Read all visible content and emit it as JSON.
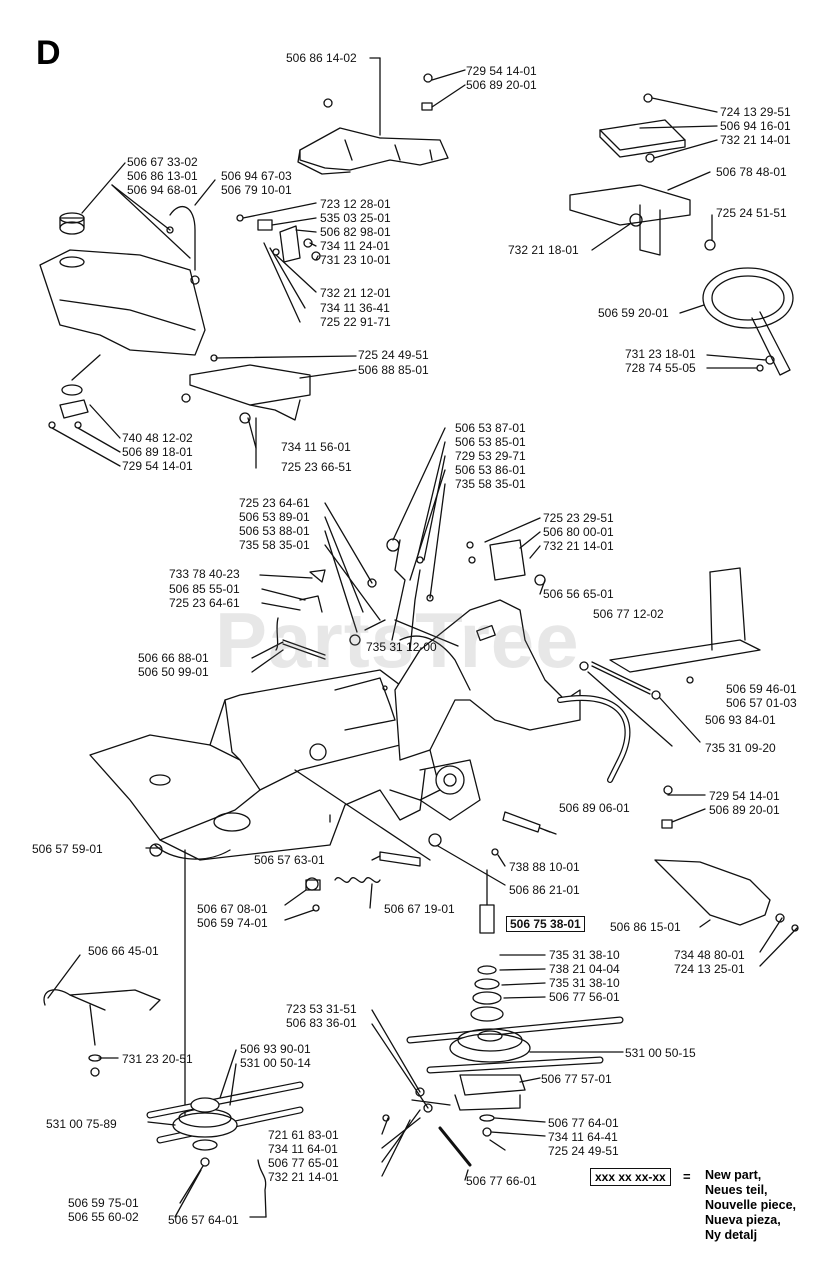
{
  "section": "D",
  "watermark": "PartsTree",
  "legend": {
    "code": "xxx xx xx-xx",
    "equals": "=",
    "lines": [
      "New part,",
      "Neues teil,",
      "Nouvelle piece,",
      "Nueva pieza,",
      "Ny detalj"
    ]
  },
  "parts": [
    "506 86 14-02",
    "729 54 14-01",
    "506 89 20-01",
    "724 13 29-51",
    "506 94 16-01",
    "732 21 14-01",
    "506 67 33-02",
    "506 86 13-01",
    "506 94 68-01",
    "506 94 67-03",
    "506 79 10-01",
    "723 12 28-01",
    "535 03 25-01",
    "506 82 98-01",
    "734 11 24-01",
    "731 23 10-01",
    "732 21 12-01",
    "734 11 36-41",
    "725 22 91-71",
    "506 78 48-01",
    "725 24 51-51",
    "732 21 18-01",
    "506 59 20-01",
    "731 23 18-01",
    "728 74 55-05",
    "725 24 49-51",
    "506 88 85-01",
    "740 48 12-02",
    "506 89 18-01",
    "729 54 14-01",
    "734 11 56-01",
    "725 23 66-51",
    "506 53 87-01",
    "506 53 85-01",
    "729 53 29-71",
    "506 53 86-01",
    "735 58 35-01",
    "725 23 64-61",
    "506 53 89-01",
    "506 53 88-01",
    "735 58 35-01",
    "725 23 29-51",
    "506 80 00-01",
    "732 21 14-01",
    "506 56 65-01",
    "733 78 40-23",
    "506 85 55-01",
    "725 23 64-61",
    "506 77 12-02",
    "506 66 88-01",
    "506 50 99-01",
    "735 31 12-00",
    "506 59 46-01",
    "506 57 01-03",
    "506 93 84-01",
    "735 31 09-20",
    "506 89 06-01",
    "729 54 14-01",
    "506 89 20-01",
    "506 57 59-01",
    "506 57 63-01",
    "738 88 10-01",
    "506 86 21-01",
    "506 67 08-01",
    "506 59 74-01",
    "506 67 19-01",
    "506 75 38-01",
    "506 86 15-01",
    "734 48 80-01",
    "724 13 25-01",
    "506 66 45-01",
    "735 31 38-10",
    "738 21 04-04",
    "735 31 38-10",
    "506 77 56-01",
    "723 53 31-51",
    "506 83 36-01",
    "506 93 90-01",
    "531 00 50-14",
    "531 00 50-15",
    "731 23 20-51",
    "531 00 75-89",
    "506 77 57-01",
    "721 61 83-01",
    "734 11 64-01",
    "506 77 65-01",
    "732 21 14-01",
    "506 77 64-01",
    "734 11 64-41",
    "725 24 49-51",
    "506 59 75-01",
    "506 55 60-02",
    "506 77 66-01",
    "506 57 64-01"
  ]
}
